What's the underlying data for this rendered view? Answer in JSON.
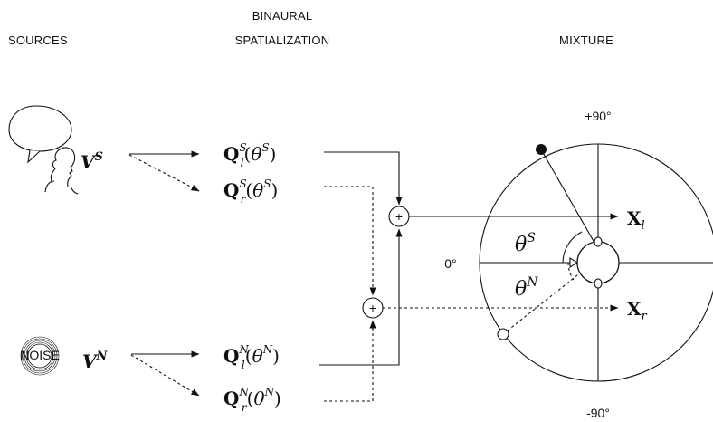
{
  "headers": {
    "sources": "SOURCES",
    "spatialization_line1": "BINAURAL",
    "spatialization_line2": "SPATIALIZATION",
    "mixture": "MIXTURE"
  },
  "sources": {
    "speech_var": "V",
    "speech_sup": "S",
    "noise_badge": "NOISE",
    "noise_var": "V",
    "noise_sup": "N"
  },
  "filters": {
    "q": "Q",
    "left_sub": "l",
    "right_sub": "r",
    "speech_sup": "S",
    "noise_sup": "N",
    "theta": "θ",
    "open_paren": "(",
    "close_paren": ")"
  },
  "mixers": {
    "plus": "+"
  },
  "outputs": {
    "x": "X",
    "left_sub": "l",
    "right_sub": "r"
  },
  "angles": {
    "top": "+90°",
    "left": "0°",
    "bottom": "-90°",
    "theta": "θ",
    "speech_sup": "S",
    "noise_sup": "N"
  },
  "colors": {
    "ink": "#111111",
    "background": "#ffffff"
  }
}
